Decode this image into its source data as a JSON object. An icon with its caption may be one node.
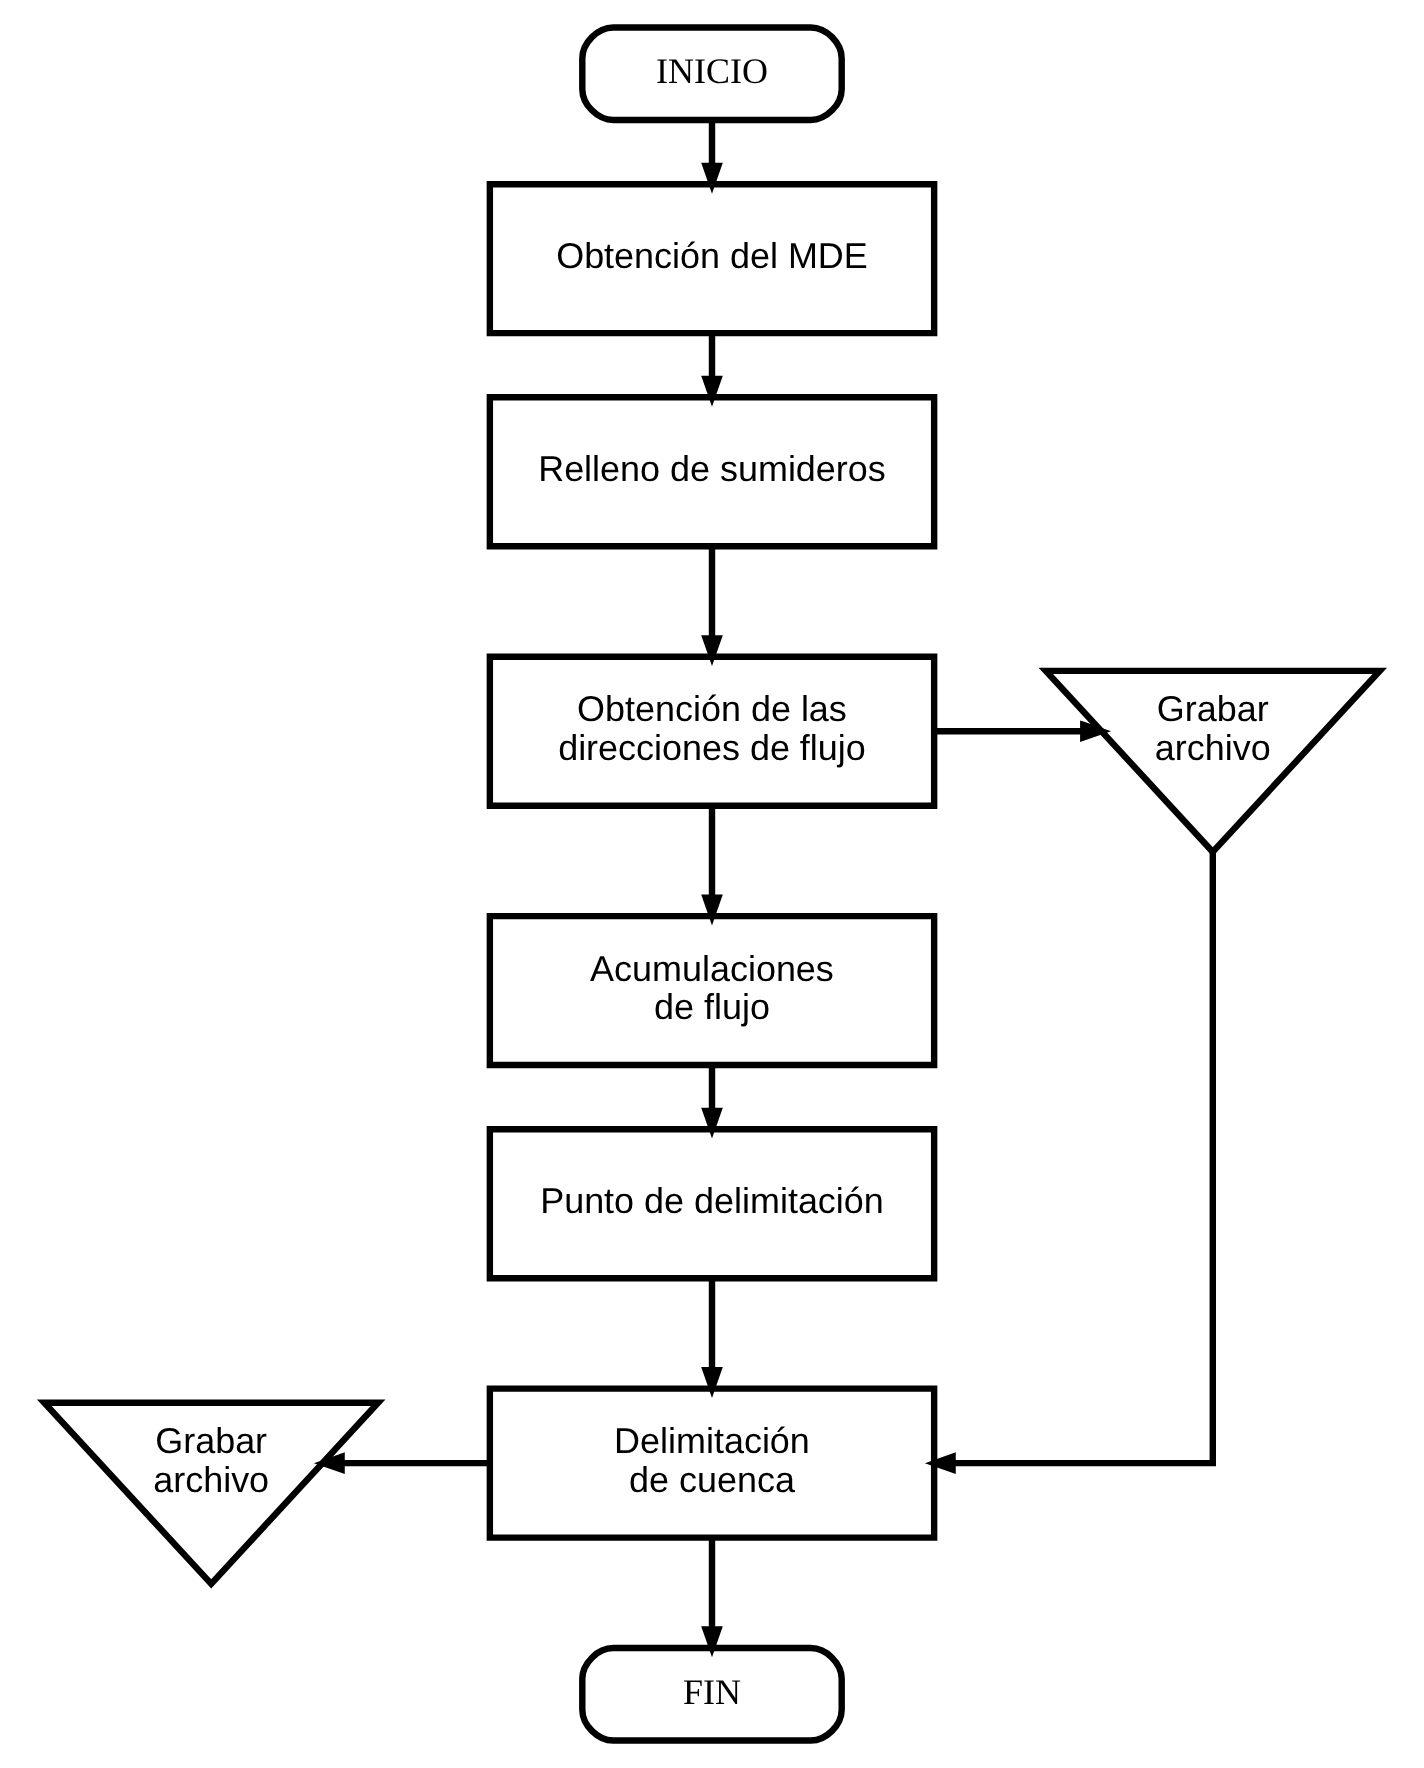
{
  "diagram": {
    "nodes": [
      {
        "text": [
          "INICIO"
        ]
      },
      {
        "text": [
          "Obtención del MDE"
        ]
      },
      {
        "text": [
          "Relleno de sumideros"
        ]
      },
      {
        "text": [
          "Obtención de las direcciones de flujo"
        ]
      },
      {
        "text": [
          "Grabar archivo"
        ]
      },
      {
        "text": [
          "Acumulaciones de flujo"
        ]
      },
      {
        "text": [
          "Punto de delimitación"
        ]
      },
      {
        "text": [
          "Delimitación de cuenca"
        ]
      },
      {
        "text": [
          "Grabar archivo"
        ]
      },
      {
        "text": [
          "FIN"
        ]
      }
    ],
    "edges": [
      {
        "from": 0,
        "to": 1,
        "arrow": "to"
      },
      {
        "from": 1,
        "to": 2,
        "arrow": "to"
      },
      {
        "from": 2,
        "to": 3,
        "arrow": "to"
      },
      {
        "from": 3,
        "to": 4,
        "arrow": "to"
      },
      {
        "from": 3,
        "to": 5,
        "arrow": "to"
      },
      {
        "from": 5,
        "to": 6,
        "arrow": "to"
      },
      {
        "from": 6,
        "to": 7,
        "arrow": "to"
      },
      {
        "from": 4,
        "to": 7,
        "arrow": "to"
      },
      {
        "from": 7,
        "to": 8,
        "arrow": "to"
      },
      {
        "from": 7,
        "to": 9,
        "arrow": "to"
      }
    ]
  }
}
